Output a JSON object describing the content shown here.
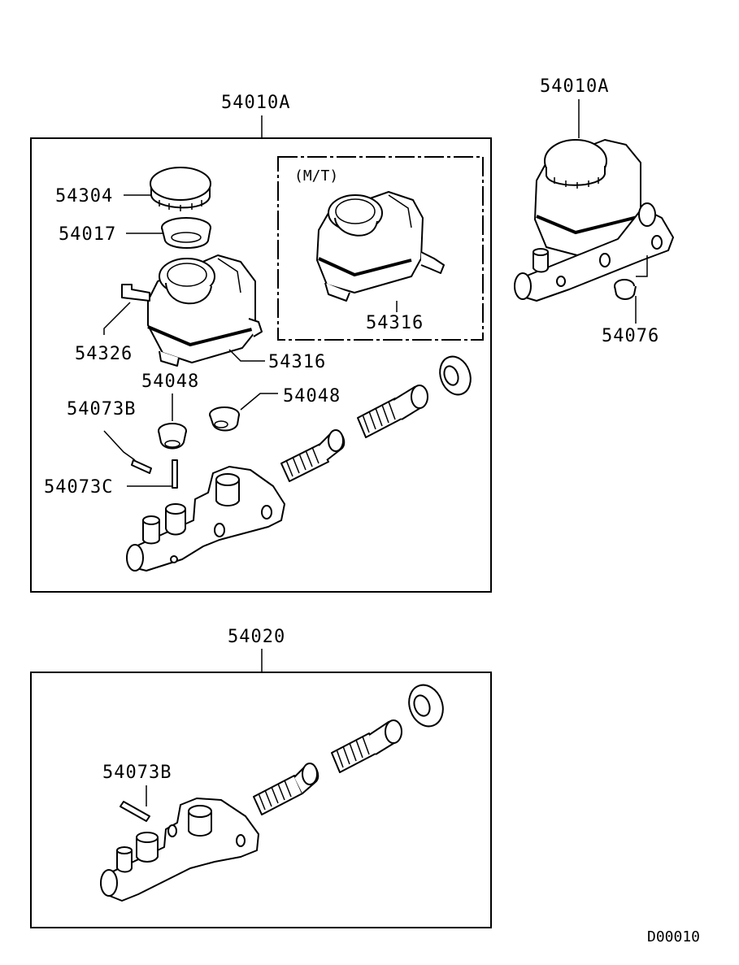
{
  "diagram": {
    "assembly_top_label": "54010A",
    "assembly_side_label": "54010A",
    "assembly_bottom_label": "54020",
    "variant_label": "(M/T)",
    "parts": {
      "cap": "54304",
      "strainer": "54017",
      "reservoir_bracket": "54326",
      "reservoir": "54316",
      "reservoir_mt": "54316",
      "grommet_a": "54048",
      "grommet_b": "54048",
      "pin_b": "54073B",
      "pin_c": "54073C",
      "nut": "54076",
      "pin_b_kit": "54073B"
    },
    "diagram_code": "D00010"
  }
}
